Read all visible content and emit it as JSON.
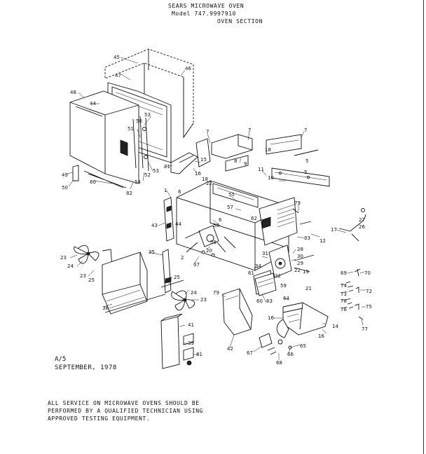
{
  "header": {
    "title": "SEARS MICROWAVE OVEN",
    "model": "Model 747.9997910",
    "section": "OVEN SECTION"
  },
  "footer": {
    "revision": "A/5",
    "date": "SEPTEMBER, 1978",
    "notice_lines": [
      "ALL SERVICE ON MICROWAVE OVENS SHOULD BE",
      "PERFORMED BY A QUALIFIED TECHNICIAN USING",
      "APPROVED TESTING EQUIPMENT."
    ]
  },
  "parts": {
    "p45": "45",
    "p46": "46",
    "p47": "47",
    "p48": "48",
    "p44a": "44",
    "p53a": "53",
    "p50a": "50",
    "p51": "51",
    "p52": "52",
    "p53b": "53",
    "p49": "49",
    "p50b": "50",
    "p80": "80",
    "p82": "82",
    "p54": "54",
    "p7a": "7",
    "p7b": "7",
    "p7c": "7",
    "p8": "8",
    "p9": "9",
    "p18": "18",
    "p5a": "5",
    "p5b": "5",
    "p21a": "21",
    "p15": "15",
    "p16a": "16",
    "p11": "11",
    "p10": "10",
    "p18b": "18",
    "p22": "22",
    "p6a": "6",
    "p55": "55",
    "p57": "57",
    "p1": "1",
    "p43": "43",
    "p44b": "44",
    "p6b": "6",
    "p56": "56",
    "p58": "58",
    "p20": "20",
    "p2": "2",
    "p37": "37",
    "p62": "62",
    "p79a": "79",
    "p12": "12",
    "p33": "33",
    "p27": "27",
    "p26": "26",
    "p17": "17",
    "p28": "28",
    "p30": "30",
    "p29": "29",
    "p31": "31",
    "p34": "34",
    "p61": "61",
    "p32": "32",
    "p22b": "22",
    "p19": "19",
    "p59": "59",
    "p21b": "21",
    "p35": "35",
    "p23a": "23",
    "p24a": "24",
    "p23b": "23",
    "p25a": "25",
    "p25b": "25",
    "p24b": "24",
    "p23c": "23",
    "p38": "38",
    "p79b": "79",
    "p42": "42",
    "p60": "60",
    "p63": "63",
    "p64": "64",
    "p16b": "16",
    "p14": "14",
    "p16c": "16",
    "p65": "65",
    "p66": "66",
    "p67": "67",
    "p68": "68",
    "p41": "41",
    "p39": "39",
    "p81": "81",
    "p69": "69",
    "p70": "70",
    "p74": "74",
    "p73": "73",
    "p72": "72",
    "p78": "78",
    "p76": "76",
    "p75": "75",
    "p77": "77"
  }
}
